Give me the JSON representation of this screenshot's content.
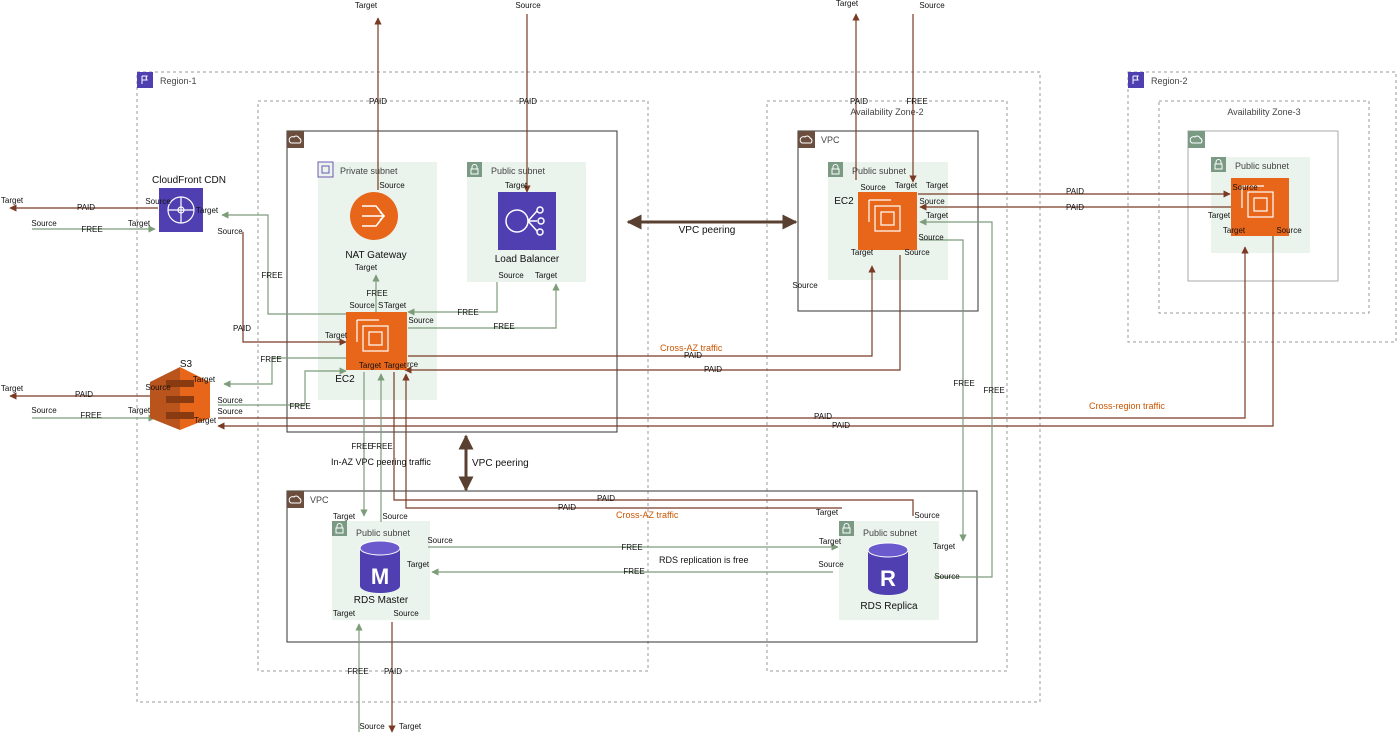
{
  "regions": [
    "Region-1",
    "Region-2"
  ],
  "zones": [
    "Availability Zone-2",
    "Availability Zone-3"
  ],
  "vpc_labels": [
    "VPC",
    "VPC"
  ],
  "subnets": {
    "private": "Private subnet",
    "public": "Public subnet"
  },
  "services": {
    "cloudfront": "CloudFront CDN",
    "s3": "S3",
    "nat": "NAT Gateway",
    "lb": "Load Balancer",
    "ec2": "EC2",
    "rds_master": "RDS Master",
    "rds_replica": "RDS Replica",
    "rds_master_letter": "M",
    "rds_replica_letter": "R"
  },
  "terms": {
    "source": "Source",
    "target": "Target",
    "paid": "PAID",
    "free": "FREE"
  },
  "annotations": {
    "vpc_peering": "VPC peering",
    "cross_az": "Cross-AZ traffic",
    "cross_region": "Cross-region traffic",
    "in_az_peering": "In-AZ VPC peering traffic",
    "rds_replication": "RDS replication is free",
    "fragment_rce": "rce",
    "fragment_s": "S"
  },
  "colors": {
    "paid": "#7a3b26",
    "free": "#7d9c7a",
    "peering": "#5a4030",
    "orange_service": "#e8661a",
    "purple_service": "#4f3fb0",
    "subnet_fill": "#eaf3ec",
    "annotation": "#cc5500"
  },
  "icons": [
    "region-flag-icon",
    "cloud-icon",
    "lock-icon",
    "chip-icon",
    "cloudfront-icon",
    "s3-icon",
    "nat-icon",
    "load-balancer-icon",
    "database-icon"
  ]
}
